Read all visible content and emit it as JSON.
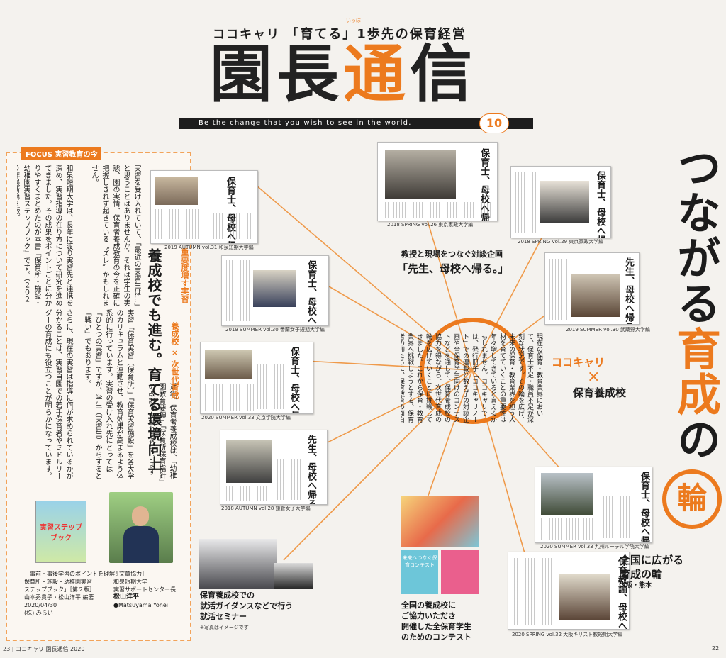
{
  "masthead": {
    "brand": "ココキャリ",
    "subtitle": "「育てる」1歩先の保育経営",
    "ruby": "いっぽ",
    "title_part1": "園長",
    "title_accent": "通",
    "title_part2": "信",
    "tagline": "Be the change that you wish to see in the world.",
    "issue": "10"
  },
  "left_article": {
    "tag": "FOCUS 実習教育の今",
    "kicker": "重要度増す実習",
    "kicker2": "養成校 × 次世代育成",
    "headline": "養成校でも進む。育てる環境向上",
    "body": [
      "実習を受け入れていて、「最近の実習生は…」と思うことはありませんか。それは学生の実態、園の実情、保育者養成教育の今を正確に把握しきれず起きている〝ズレ〟かもしれません。",
      "和泉短期大学は、長年に渡り実習先と連携を深め、実習指導の在り方について研究を進めてきました。その成果をポイントごとに分かりやすくまとめたのが本書『保育所・施設・幼稚園実習ステップブック』です。（２０２０年最新第２版）",
      "近年、保育者養成校は、「幼稚園教育要領」「保育所保育指針」の改訂でも触れられています",
      "実習「保育実習（保育所）」「保育実習施設」を各大学のカリキュラムと連動させ、教育効果が高まるよう体系的に行っています。実習の受け入れ先にとっては「ひとつの実習」ですが、学生（実習生）からすると「戦い」でもあります。",
      "さらに、現在の実習は指導に何が求められているかが分かることは、実習自園での若手保育者やミドルリーダーの育成にも役立つことが明らかになっています。"
    ],
    "book_cover_label": "実習ステップブック",
    "book_caption": [
      "「事前・事後学習のポイントを理解！",
      "保育所・施設・幼稚園実習",
      "ステップブック」［第２版］",
      "山本秀貴子・松山洋平 編著",
      "2020/04/30",
      "(株) みらい"
    ],
    "coop_caption": [
      "［文章協力］",
      "和泉短期大学",
      "実習サポートセンター長",
      "松山洋平",
      "●Matsuyama Yohei"
    ]
  },
  "spreads": [
    {
      "title": "保育士、母校へ帰る。",
      "caption": "2019 AUTUMN vol.31 和泉短期大学編"
    },
    {
      "title": "保育士、母校へ帰る。",
      "caption": "2019 SUMMER vol.30 香蘭女子短期大学編"
    },
    {
      "title": "保育士、母校へ帰る。",
      "caption": "2020 SUMMER vol.33 文京学院大学編"
    },
    {
      "title": "先生、母校へ帰る。",
      "caption": "2018 AUTUMN vol.28 鎌倉女子大学編"
    },
    {
      "title": "保育士、母校へ帰る。",
      "caption": "2018 SPRING vol.26 東京家政大学編"
    },
    {
      "title": "保育士、母校へ帰る。",
      "caption": "2018 SPRING vol.29 東京家政大学編"
    },
    {
      "title": "先生、母校へ帰る。",
      "caption": "2019 SUMMER vol.30 武蔵野大学編"
    },
    {
      "title": "保育士、母校へ帰る。",
      "caption": "2020 SUMMER vol.33 九州ルーテル学院大学編"
    },
    {
      "title": "保育教諭、母校へ帰る。",
      "caption": "2020 SPRING vol.32 大阪キリスト教短期大学編"
    }
  ],
  "center": {
    "intro_small": "教授と現場をつなぐ対談企画",
    "intro_big": "「先生、母校へ帰る。」",
    "body": [
      "現在の保育・教育業界において、保育士不足・職員不足が深刻な状況です。",
      "その輪を広げ、未来の保育・教育業界を担う人材を育てていくことの重要性は年々増してきていると言えるかもしれません。",
      "ココキャリでは、発行冊子「ココキャリノート」での連載と数え子の対談企画や全保育学生向けのコンテストなどを通して、保育養成校の協力を得ながら、次世代育成の輪を広げていくことに挑戦してきました。",
      "これから保育・教育業界へ挑戦しようとする、保育者の卵たちに、保育教育の面白さ、喜びを伝えていくことが、ひいては業界の発展へとつながっていくのではないでしょうか。"
    ]
  },
  "partner": {
    "brand": "ココキャリ",
    "times": "×",
    "school": "保育養成校"
  },
  "right": {
    "big_vertical_1": "つながる",
    "big_vertical_accent": "育成",
    "big_vertical_2": "の",
    "ring_char": "輪",
    "region_title_1": "全国に広がる",
    "region_title_2": "育成の輪",
    "region_sub": "大阪・熊本"
  },
  "bottom": {
    "seminar_title": [
      "保育養成校での",
      "就活ガイダンスなどで行う",
      "就活セミナー"
    ],
    "seminar_note": "※写真はイメージです",
    "contest_poster_label": "未来へつなぐ保育コンテスト",
    "contest_title": [
      "全国の養成校に",
      "ご協力いただき",
      "開催した全保育学生",
      "のためのコンテスト"
    ]
  },
  "footer": {
    "left_page": "23",
    "left_label": "ココキャリ 園長通信 2020",
    "right_page": "22"
  }
}
